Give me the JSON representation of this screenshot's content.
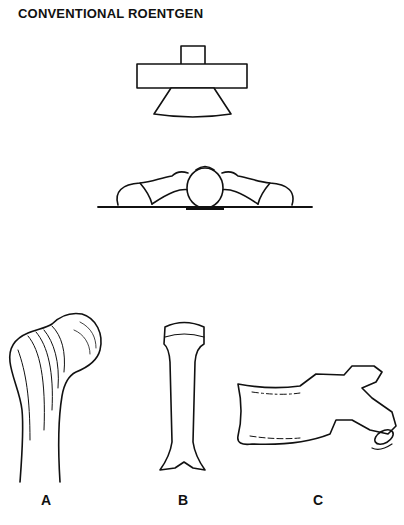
{
  "diagram": {
    "title": "CONVENTIONAL ROENTGEN",
    "labels": [
      "A",
      "B",
      "C"
    ]
  }
}
